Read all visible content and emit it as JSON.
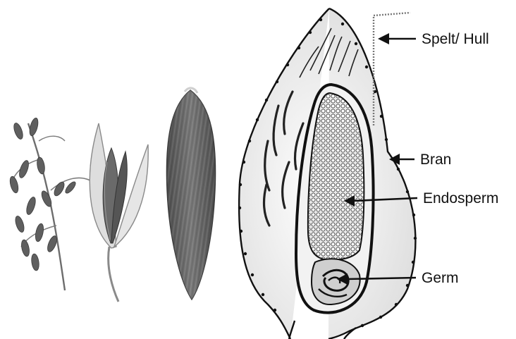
{
  "labels": {
    "spelt_hull": "Spelt/ Hull",
    "bran": "Bran",
    "endosperm": "Endosperm",
    "germ": "Germ"
  },
  "colors": {
    "ink": "#111111",
    "hull_fill": "#f4f4f4",
    "endosperm_fill": "#bdbdbd",
    "grain_dark": "#5a5a5a",
    "plant": "#6d6d6d"
  }
}
